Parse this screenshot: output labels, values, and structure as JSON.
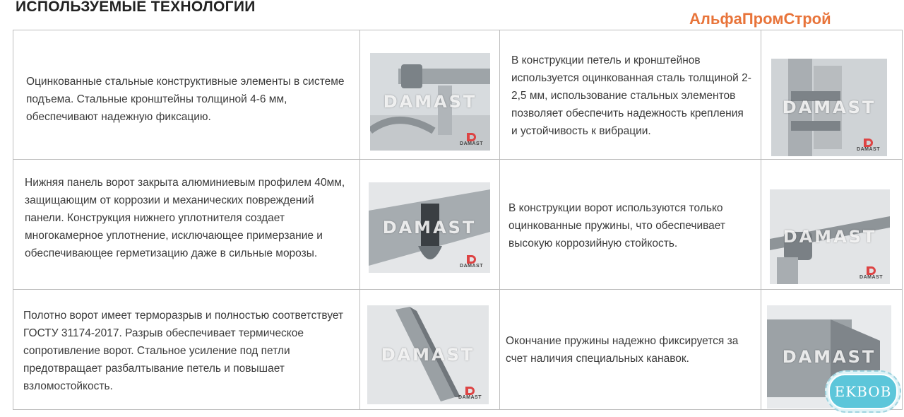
{
  "header": {
    "title": "ИСПОЛЬЗУЕМЫЕ ТЕХНОЛОГИИ",
    "brand": "АльфаПромСтрой"
  },
  "rows": [
    {
      "left_text": "Оцинкованные стальные конструктивные элементы в системе подъема. Стальные кронштейны толщиной 4-6 мм, обеспечивают надежную фиксацию.",
      "left_icon": "lifting-mechanism-photo",
      "right_text": "В конструкции петель и кронштейнов используется оцинкованная сталь толщиной 2-2,5 мм, использование стальных элементов позволяет обеспечить надежность крепления и устойчивость к вибрации.",
      "right_icon": "hinge-bracket-photo"
    },
    {
      "left_text": "Нижняя панель ворот закрыта алюминиевым профилем 40мм, защищающим от коррозии и механических повреждений панели. Конструкция нижнего уплотнителя создает многокамерное уплотнение, исключающее примерзание и обеспечивающее герметизацию даже в сильные морозы.",
      "left_icon": "bottom-seal-profile-photo",
      "right_text": "В конструкции ворот используются только оцинкованные пружины, что обеспечивает высокую коррозийную стойкость.",
      "right_icon": "torsion-spring-shaft-photo"
    },
    {
      "left_text": "Полотно ворот имеет терморазрыв и полностью соответствует ГОСТУ 31174-2017. Разрыв обеспечивает термическое сопротивление ворот. Стальное усиление под петли предотвращает разбалтывание петель и повышает взломостойкость.",
      "left_icon": "door-panel-section-photo",
      "right_text": "Окончание пружины надежно фиксируется за счет наличия специальных канавок.",
      "right_icon": "spring-end-cone-photo"
    }
  ],
  "watermark": "DAMAST",
  "logo_text": "DAMAST",
  "stamp_text": "EKBOB",
  "colors": {
    "brand": "#e8743a",
    "border": "#bdbdbd",
    "logo_red": "#dd4444",
    "stamp": "#5cc6da"
  }
}
